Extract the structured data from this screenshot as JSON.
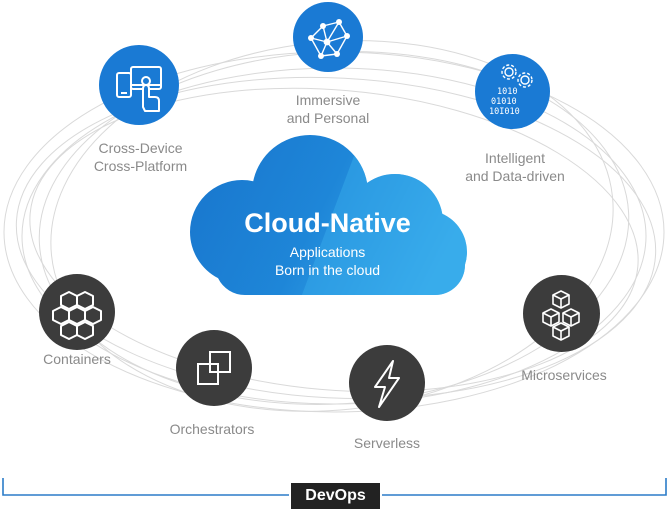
{
  "center": {
    "title": "Cloud-Native",
    "line1": "Applications",
    "line2": "Born in the cloud"
  },
  "nodes": {
    "immersive": {
      "icon": "network-graph-icon",
      "line1": "Immersive",
      "line2": "and Personal"
    },
    "cross_device": {
      "icon": "touch-devices-icon",
      "line1": "Cross-Device",
      "line2": "Cross-Platform"
    },
    "intelligent": {
      "icon": "binary-gears-icon",
      "line1": "Intelligent",
      "line2": "and Data-driven",
      "binary": [
        "1010",
        "01010",
        "10I010"
      ]
    },
    "containers": {
      "icon": "hexagons-icon",
      "label": "Containers"
    },
    "orchestrators": {
      "icon": "stacked-squares-icon",
      "label": "Orchestrators"
    },
    "serverless": {
      "icon": "lightning-bolt-icon",
      "label": "Serverless"
    },
    "microservices": {
      "icon": "cubes-icon",
      "label": "Microservices"
    }
  },
  "devops": {
    "label": "DevOps"
  },
  "colors": {
    "accent_blue": "#1a7ad4",
    "cloud_light": "#32a8ea",
    "dark_node": "#3c3c3c",
    "orbit": "#d9d9d9",
    "bracket": "#2b7cc8",
    "label_gray": "#8a8a8a"
  }
}
